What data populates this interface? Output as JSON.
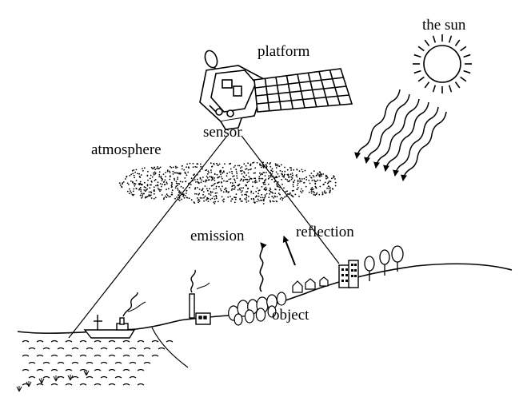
{
  "labels": {
    "sun": "the sun",
    "platform": "platform",
    "sensor": "sensor",
    "atmosphere": "atmosphere",
    "emission": "emission",
    "reflection": "reflection",
    "object": "object"
  },
  "colors": {
    "ink": "#000000",
    "background": "#ffffff"
  }
}
